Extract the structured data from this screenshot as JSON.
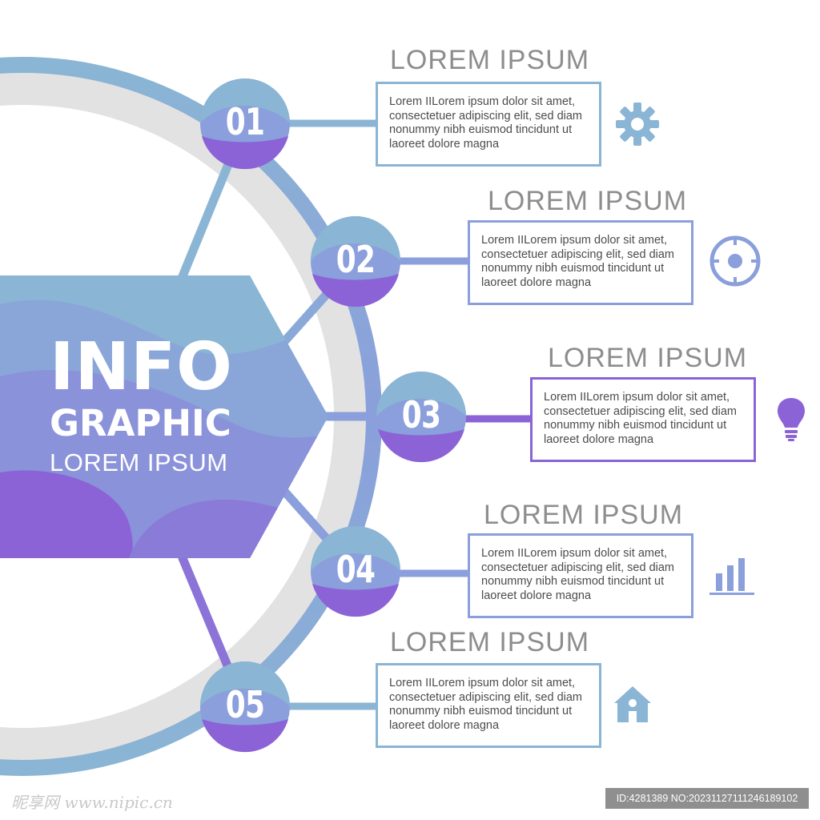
{
  "hero": {
    "title": "INFO",
    "subtitle": "GRAPHIC",
    "tagline": "LOREM IPSUM"
  },
  "steps": [
    {
      "number": "01",
      "title": "LOREM IPSUM",
      "text": "Lorem IILorem ipsum dolor sit amet, consectetuer adipiscing elit, sed diam nonummy nibh euismod tincidunt ut laoreet dolore magna",
      "icon": "gear-icon",
      "color": "#8ab5d4"
    },
    {
      "number": "02",
      "title": "LOREM IPSUM",
      "text": "Lorem IILorem ipsum dolor sit amet, consectetuer adipiscing elit, sed diam nonummy nibh euismod tincidunt ut laoreet dolore magna",
      "icon": "target-icon",
      "color": "#8a9fdb"
    },
    {
      "number": "03",
      "title": "LOREM IPSUM",
      "text": "Lorem IILorem ipsum dolor sit amet, consectetuer adipiscing elit, sed diam nonummy nibh euismod tincidunt ut laoreet dolore magna",
      "icon": "lightbulb-icon",
      "color": "#8b63d6"
    },
    {
      "number": "04",
      "title": "LOREM IPSUM",
      "text": "Lorem IILorem ipsum dolor sit amet, consectetuer adipiscing elit, sed diam nonummy nibh euismod tincidunt ut laoreet dolore magna",
      "icon": "bar-chart-icon",
      "color": "#8a9fdb"
    },
    {
      "number": "05",
      "title": "LOREM IPSUM",
      "text": "Lorem IILorem ipsum dolor sit amet, consectetuer adipiscing elit, sed diam nonummy nibh euismod tincidunt ut laoreet dolore magna",
      "icon": "home-icon",
      "color": "#8ab5d4"
    }
  ],
  "colors": {
    "ring": "#e2e2e2",
    "ring_outline": "#8ab5d4",
    "circle_top": "#8ab5d4",
    "circle_mid": "#8a9fdb",
    "circle_bottom": "#8b63d6",
    "title_text": "#8d8d8d"
  },
  "watermark": {
    "left": "昵享网 www.nipic.cn",
    "right": "ID:4281389 NO:20231127111246189102"
  }
}
